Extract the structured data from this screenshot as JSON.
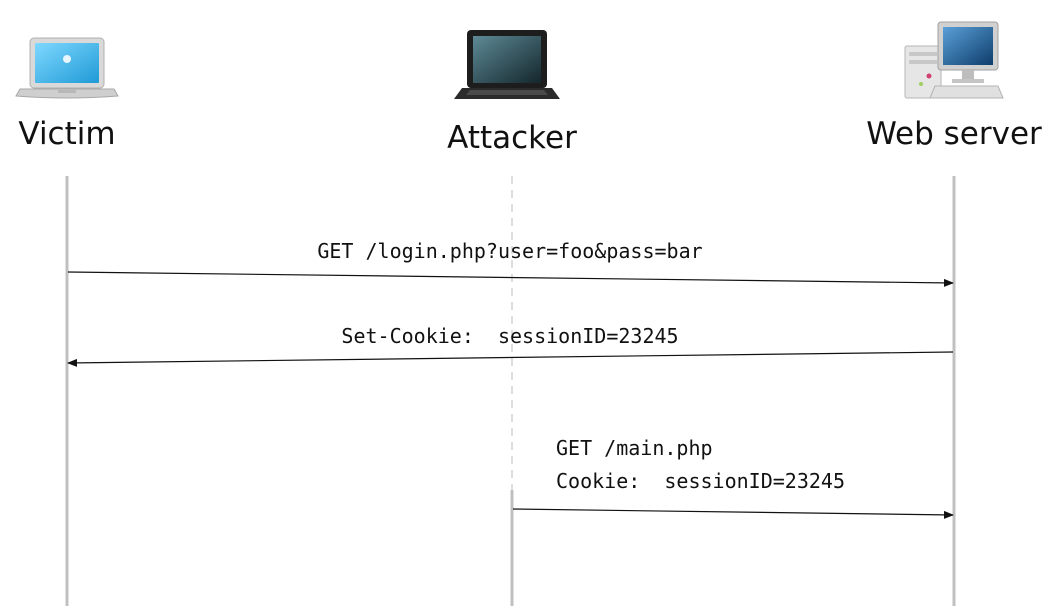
{
  "actors": {
    "victim": {
      "name": "Victim",
      "icon": "laptop-icon"
    },
    "attacker": {
      "name": "Attacker",
      "icon": "netbook-icon"
    },
    "server": {
      "name": "Web server",
      "icon": "desktop-computer-icon"
    }
  },
  "messages": [
    {
      "from": "Victim",
      "to": "Web server",
      "lines": [
        "GET /login.php?user=foo&pass=bar"
      ]
    },
    {
      "from": "Web server",
      "to": "Victim",
      "lines": [
        "Set-Cookie:  sessionID=23245"
      ]
    },
    {
      "from": "Attacker",
      "to": "Web server",
      "lines": [
        "GET /main.php",
        "Cookie:  sessionID=23245"
      ]
    }
  ],
  "colors": {
    "lifeline": "#c0c0c0",
    "attacker_dashed_lifeline": "#c8c8c8",
    "arrow": "#111111",
    "laptop_screen": "#39b5ef",
    "netbook_screen": "#2a4a55",
    "server_monitor": "#1e5f96"
  }
}
